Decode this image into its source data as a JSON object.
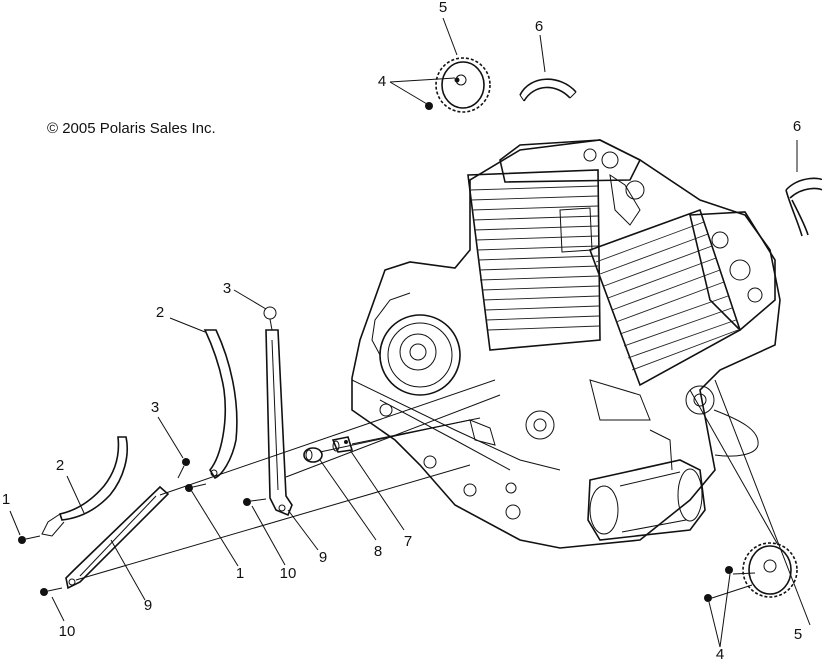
{
  "copyright": "© 2005 Polaris Sales Inc.",
  "callouts": {
    "c1_left": "1",
    "c2_left": "2",
    "c10_left": "10",
    "c9_left": "9",
    "c3_left": "3",
    "c1_mid": "1",
    "c10_mid": "10",
    "c9_mid": "9",
    "c2_mid": "2",
    "c3_top": "3",
    "c8": "8",
    "c7": "7",
    "c5_top": "5",
    "c6_top": "6",
    "c4_top": "4",
    "c6_right": "6",
    "c5_bottom": "5",
    "c4_bottom": "4"
  }
}
